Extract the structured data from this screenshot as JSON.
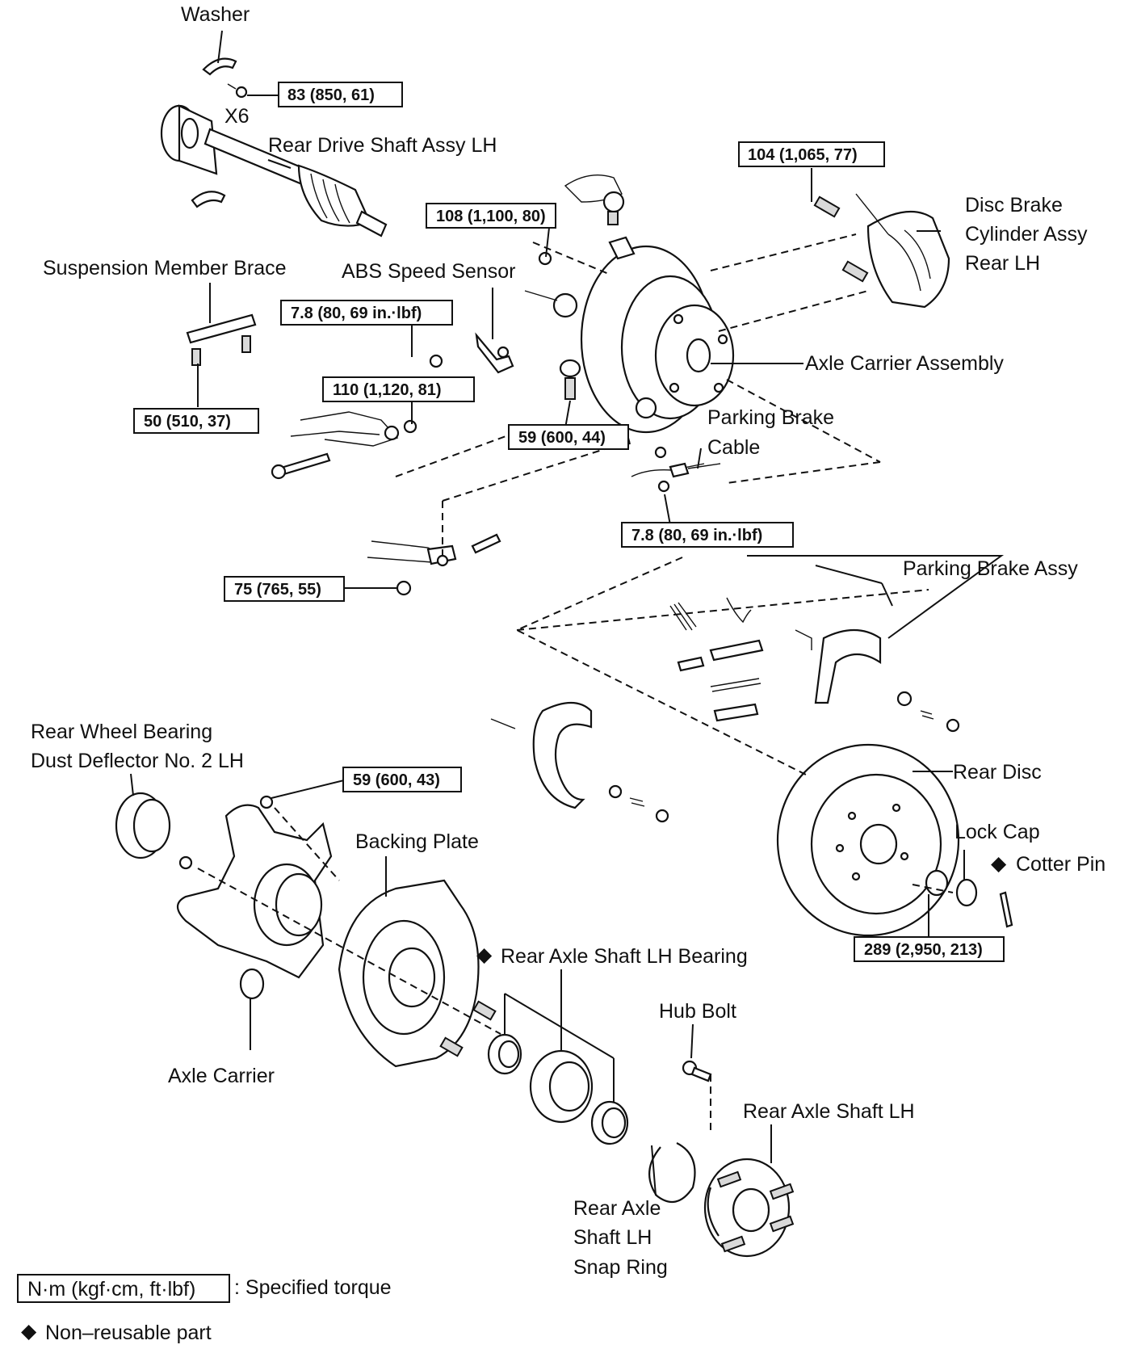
{
  "labels": {
    "washer": "Washer",
    "x6": "X6",
    "rear_drive_shaft": "Rear Drive Shaft Assy LH",
    "disc_brake_l1": "Disc Brake",
    "disc_brake_l2": "Cylinder Assy",
    "disc_brake_l3": "Rear LH",
    "suspension_brace": "Suspension Member Brace",
    "abs_sensor": "ABS Speed Sensor",
    "axle_carrier_assy": "Axle Carrier Assembly",
    "parking_cable_l1": "Parking  Brake",
    "parking_cable_l2": "Cable",
    "parking_brake_assy": "Parking Brake Assy",
    "dust_deflector_l1": "Rear Wheel Bearing",
    "dust_deflector_l2": "Dust Deflector No. 2 LH",
    "rear_disc": "Rear Disc",
    "lock_cap": "Lock Cap",
    "cotter_pin": "Cotter Pin",
    "backing_plate": "Backing Plate",
    "axle_bearing": "Rear Axle Shaft LH Bearing",
    "hub_bolt": "Hub Bolt",
    "axle_carrier": "Axle Carrier",
    "rear_axle_shaft": "Rear Axle Shaft LH",
    "snap_ring_l1": "Rear Axle",
    "snap_ring_l2": "Shaft LH",
    "snap_ring_l3": "Snap Ring"
  },
  "torques": {
    "t_washer": "83 (850, 61)",
    "t_caliper": "104 (1,065, 77)",
    "t_balljoint": "108 (1,100, 80)",
    "t_abs": "7.8 (80, 69 in.·lbf)",
    "t_arm": "110 (1,120, 81)",
    "t_brace": "50 (510, 37)",
    "t_lower": "59 (600, 44)",
    "t_cable": "7.8 (80, 69 in.·lbf)",
    "t_link": "75 (765, 55)",
    "t_deflector": "59 (600, 43)",
    "t_hubnut": "289 (2,950, 213)"
  },
  "legend": {
    "torque_box": "N·m (kgf·cm, ft·lbf)",
    "torque_desc": ": Specified torque",
    "nonreusable_desc": "Non–reusable part"
  },
  "symbols": {
    "nonreusable": "◆"
  }
}
